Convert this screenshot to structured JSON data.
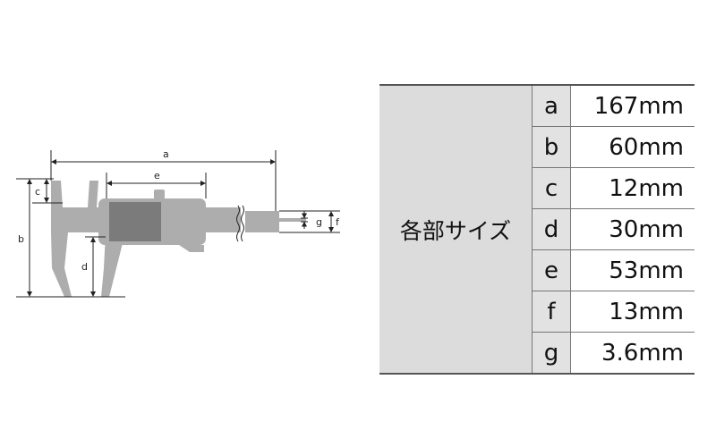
{
  "diagram": {
    "labels": [
      "a",
      "e",
      "c",
      "b",
      "d",
      "g",
      "f"
    ]
  },
  "spec": {
    "heading": "各部サイズ",
    "rows": [
      {
        "key": "a",
        "value": "167mm"
      },
      {
        "key": "b",
        "value": "60mm"
      },
      {
        "key": "c",
        "value": "12mm"
      },
      {
        "key": "d",
        "value": "30mm"
      },
      {
        "key": "e",
        "value": "53mm"
      },
      {
        "key": "f",
        "value": "13mm"
      },
      {
        "key": "g",
        "value": "3.6mm"
      }
    ]
  },
  "colors": {
    "body": "#adadad",
    "display": "#7b7b7b",
    "table_head": "#dcdcdc",
    "line": "#222222"
  }
}
